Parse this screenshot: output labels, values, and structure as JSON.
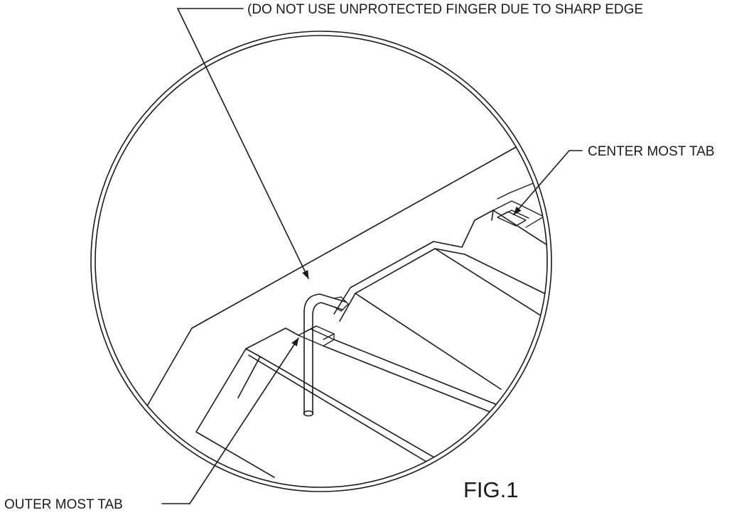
{
  "figure": {
    "caption": "FIG.1"
  },
  "callouts": {
    "tool_note": "(DO NOT USE UNPROTECTED FINGER DUE TO SHARP EDGE",
    "center_tab": "CENTER MOST TAB",
    "outer_tab": "OUTER MOST TAB"
  }
}
